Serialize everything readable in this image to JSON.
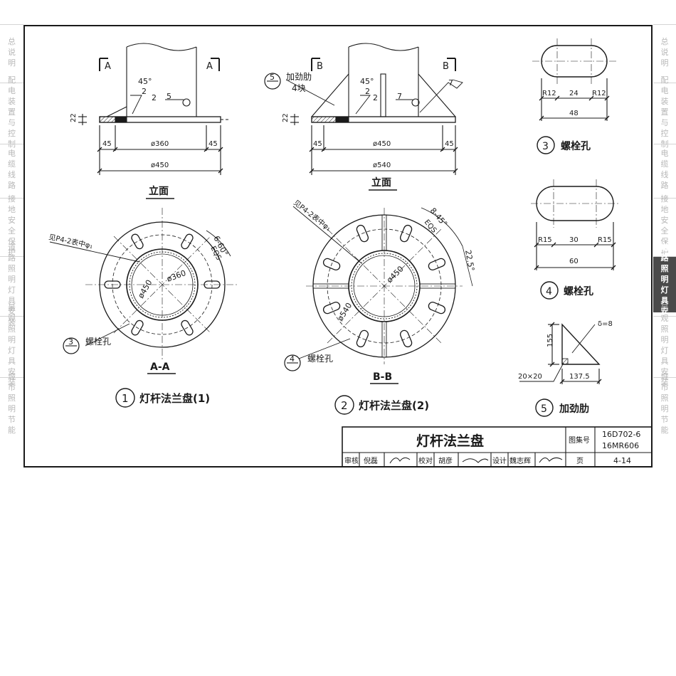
{
  "sidebar": {
    "items": [
      {
        "label": "总说明",
        "active": false
      },
      {
        "label": "配电装置与控制",
        "active": false
      },
      {
        "label": "电缆线路",
        "active": false
      },
      {
        "label": "接地安全保护",
        "active": false
      },
      {
        "label": "道路照明灯具安装",
        "active": true
      },
      {
        "label": "景观照明灯具安装",
        "active": false
      },
      {
        "label": "城市照明节能",
        "active": false
      }
    ]
  },
  "view1": {
    "section_letter": "A",
    "angle": "45°",
    "weld_size": "2",
    "weld_size_side": "5",
    "thickness": "22",
    "dim_left": "45",
    "dim_mid": "ø360",
    "dim_right": "45",
    "dim_total": "ø450",
    "elevation_label": "立面",
    "callout_see": "见P4-2表中φ₁",
    "bolts": "6-60°",
    "eqs": "EQS",
    "circle_inner": "ø360",
    "circle_outer": "ø450",
    "hole_ref_num": "3",
    "hole_label": "螺栓孔",
    "section_label": "A-A",
    "title_num": "1",
    "title": "灯杆法兰盘(1)"
  },
  "view2": {
    "section_letter": "B",
    "rib_ref_num": "5",
    "rib_label": "加劲肋",
    "rib_count": "4块",
    "angle": "45°",
    "weld_size": "2",
    "weld_size_side": "7",
    "thickness": "22",
    "dim_left": "45",
    "dim_mid": "ø450",
    "dim_right": "45",
    "dim_total": "ø540",
    "elevation_label": "立面",
    "callout_see": "见P4-2表中φ₁",
    "bolts": "8-45°",
    "eqs": "EQS",
    "offset_angle": "22.5°",
    "circle_inner": "ø450",
    "circle_outer": "ø540",
    "hole_ref_num": "4",
    "hole_label": "螺栓孔",
    "section_label": "B-B",
    "title_num": "2",
    "title": "灯杆法兰盘(2)"
  },
  "detail3": {
    "r_left": "R12",
    "mid": "24",
    "r_right": "R12",
    "total": "48",
    "num": "3",
    "label": "螺栓孔"
  },
  "detail4": {
    "r_left": "R15",
    "mid": "30",
    "r_right": "R15",
    "total": "60",
    "num": "4",
    "label": "螺栓孔"
  },
  "detail5": {
    "height": "155",
    "thickness": "δ=8",
    "chamfer": "20×20",
    "width": "137.5",
    "num": "5",
    "label": "加劲肋"
  },
  "title_block": {
    "title": "灯杆法兰盘",
    "atlas_label": "图集号",
    "atlas_no_1": "16D702-6",
    "atlas_no_2": "16MR606",
    "review_label": "审核",
    "review_name": "倪磊",
    "check_label": "校对",
    "check_name": "胡彦",
    "design_label": "设计",
    "design_name": "魏志辉",
    "page_label": "页",
    "page_no": "4-14"
  }
}
